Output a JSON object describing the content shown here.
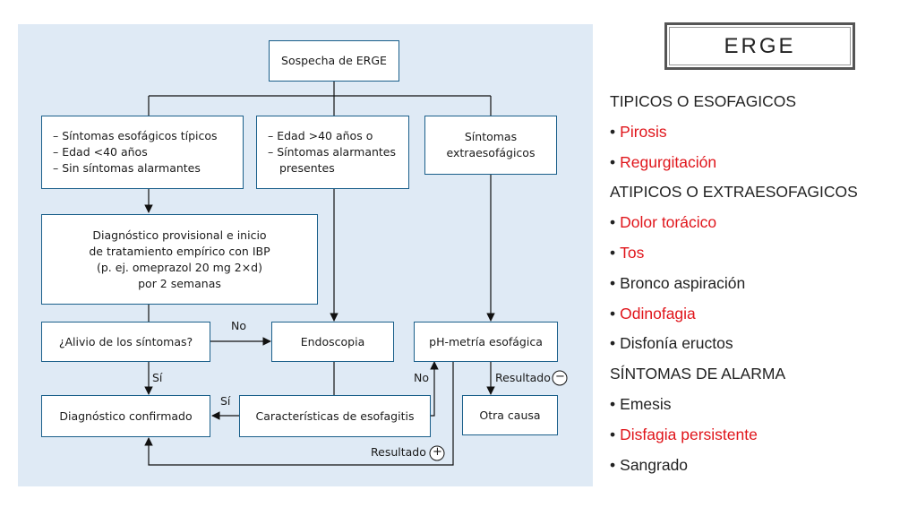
{
  "flow": {
    "suspicion": "Sospecha de ERGE",
    "typical": [
      "– Síntomas esofágicos típicos",
      "– Edad <40 años",
      "– Sin síntomas alarmantes"
    ],
    "older": [
      "– Edad >40 años o",
      "– Síntomas alarmantes",
      "presentes"
    ],
    "extra": [
      "Síntomas",
      "extraesofágicos"
    ],
    "provisional": [
      "Diagnóstico provisional e inicio",
      "de tratamiento empírico con IBP",
      "(p. ej. omeprazol 20 mg 2×d)",
      "por 2 semanas"
    ],
    "relief": "¿Alivio de los síntomas?",
    "endoscopy": "Endoscopia",
    "phmetry": "pH-metría esofágica",
    "confirmed": "Diagnóstico confirmado",
    "esophagitis": "Características de esofagitis",
    "other": "Otra causa",
    "labels": {
      "no1": "No",
      "si1": "Sí",
      "si2": "Sí",
      "no2": "No",
      "result_neg": "Resultado",
      "result_pos": "Resultado",
      "minus": "−",
      "plus": "+"
    }
  },
  "slide": {
    "title": "ERGE",
    "items": [
      {
        "text": "TIPICOS O ESOFAGICOS",
        "bullet": "",
        "color": "#222222"
      },
      {
        "text": "Pirosis",
        "bullet": " •",
        "color": "#e0151b"
      },
      {
        "text": "Regurgitación",
        "bullet": "•",
        "color": "#e0151b"
      },
      {
        "text": "ATIPICOS O EXTRAESOFAGICOS",
        "bullet": "",
        "color": "#222222"
      },
      {
        "text": "Dolor torácico",
        "bullet": "•",
        "color": "#e0151b"
      },
      {
        "text": "Tos",
        "bullet": "•",
        "color": "#e0151b"
      },
      {
        "text": "Bronco aspiración",
        "bullet": "•",
        "color": "#222222"
      },
      {
        "text": "Odinofagia",
        "bullet": "•",
        "color": "#e0151b"
      },
      {
        "text": "Disfonía eructos",
        "bullet": "•",
        "color": "#222222"
      },
      {
        "text": "SÍNTOMAS DE ALARMA",
        "bullet": "",
        "color": "#222222"
      },
      {
        "text": "Emesis",
        "bullet": "•",
        "color": "#222222"
      },
      {
        "text": "Disfagia persistente",
        "bullet": "•",
        "color": "#e0151b"
      },
      {
        "text": "Sangrado",
        "bullet": "•",
        "color": "#222222"
      }
    ]
  }
}
